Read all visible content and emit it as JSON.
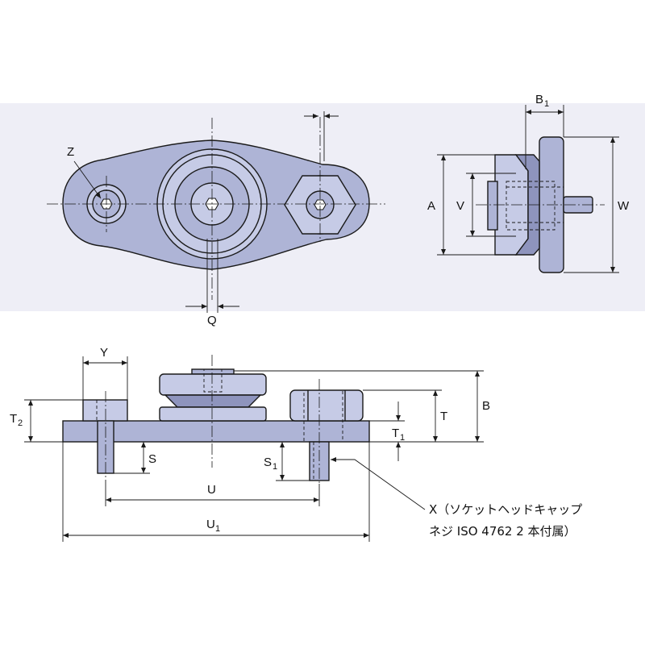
{
  "colors": {
    "band": "#eeeef6",
    "part_fill": "#aeb4d6",
    "part_light": "#c6cbe6",
    "part_dark": "#8e94bd",
    "line": "#1a1a1a"
  },
  "labels": {
    "Z": "Z",
    "Q": "Q",
    "A": "A",
    "V": "V",
    "W": "W",
    "B1": "B",
    "B1_sub": "1",
    "Y": "Y",
    "T2": "T",
    "T2_sub": "2",
    "S": "S",
    "S1": "S",
    "S1_sub": "1",
    "U": "U",
    "U1": "U",
    "U1_sub": "1",
    "T": "T",
    "T1": "T",
    "T1_sub": "1",
    "B": "B"
  },
  "note": {
    "line1": "X（ソケットヘッドキャップ",
    "line2": "ネジ ISO 4762 2 本付属）"
  }
}
